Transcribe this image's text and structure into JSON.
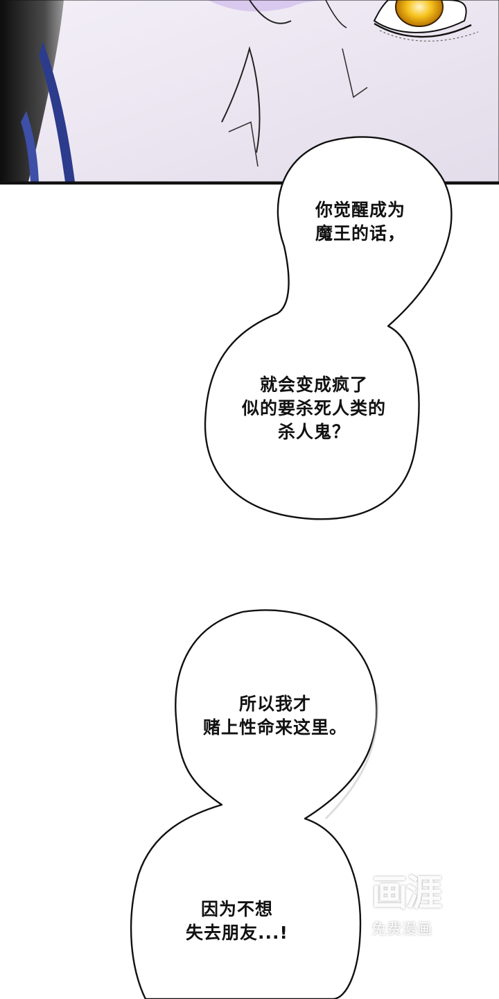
{
  "bubbles": {
    "b1": "你觉醒成为\n魔王的话，",
    "b2": "就会变成疯了\n似的要杀死人类的\n杀人鬼？",
    "b3": "所以我才\n赌上性命来这里。",
    "b4": "因为不想\n失去朋友...!"
  },
  "watermark": {
    "logo": "画涯",
    "subtitle": "免费漫画"
  },
  "colors": {
    "skin": "#ece7f1",
    "hair_dark": "#141414",
    "hair_blue": "#2c3b8c",
    "eye": "#f3b417",
    "ink": "#111111"
  }
}
